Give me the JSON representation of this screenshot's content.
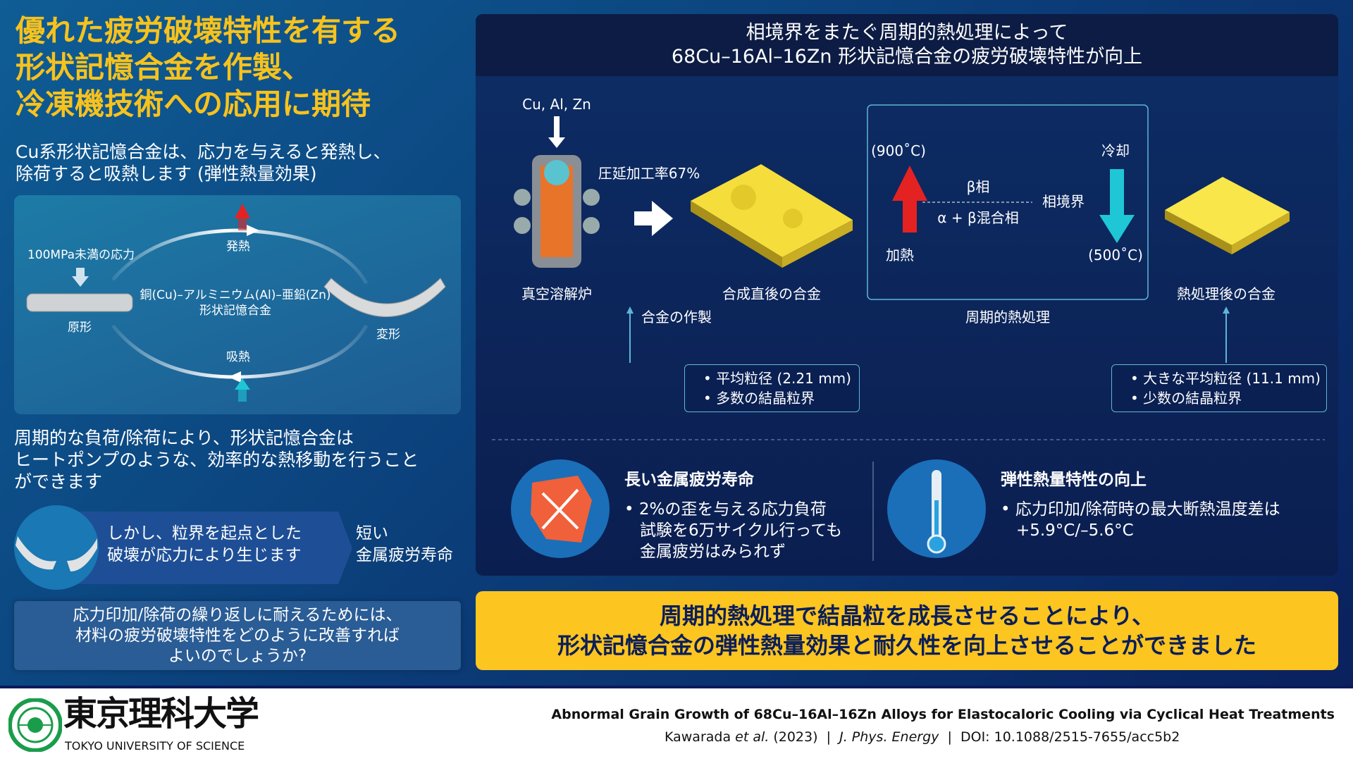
{
  "title": [
    "優れた疲労破壊特性を有する",
    "形状記憶合金を作製、",
    "冷凍機技術への応用に期待"
  ],
  "subtitle": [
    "Cu系形状記憶合金は、応力を与えると発熱し、",
    "除荷すると吸熱します (弾性熱量効果)"
  ],
  "cycle": {
    "stress": "100MPa未満の応力",
    "original": "原形",
    "deformed": "変形",
    "heat_release": "発熱",
    "heat_absorb": "吸熱",
    "alloy_line1": "銅(Cu)–アルミニウム(Al)–亜鉛(Zn)",
    "alloy_line2": "形状記憶合金"
  },
  "paragraph": [
    "周期的な負荷/除荷により、形状記憶合金は",
    "ヒートポンプのような、効率的な熱移動を行うこと",
    "ができます"
  ],
  "banner": {
    "text1": "しかし、粒界を起点とした",
    "text2": "破壊が応力により生じます",
    "result1": "短い",
    "result2": "金属疲労寿命"
  },
  "question": [
    "応力印加/除荷の繰り返しに耐えるためには、",
    "材料の疲労破壊特性をどのように改善すれば",
    "よいのでしょうか?"
  ],
  "right": {
    "header": [
      "相境界をまたぐ周期的熱処理によって",
      "68Cu–16Al–16Zn 形状記憶合金の疲労破壊特性が向上"
    ],
    "elements": "Cu, Al, Zn",
    "furnace": "真空溶解炉",
    "rolling": "圧延加工率67%",
    "as_made": "合成直後の合金",
    "making": "合金の作製",
    "heat_box": {
      "t_high": "(900˚C)",
      "cool": "冷却",
      "beta": "β相",
      "boundary": "相境界",
      "mixed": "α + β混合相",
      "heat": "加熱",
      "t_low": "(500˚C)"
    },
    "cyclic": "周期的熱処理",
    "after": "熱処理後の合金",
    "info1": [
      "平均粒径 (2.21 mm)",
      "多数の結晶粒界"
    ],
    "info2": [
      "大きな平均粒径 (11.1 mm)",
      "少数の結晶粒界"
    ],
    "feature1": {
      "title": "長い金属疲労寿命",
      "lines": [
        "2%の歪を与える応力負荷",
        "試験を6万サイクル行っても",
        "金属疲労はみられず"
      ]
    },
    "feature2": {
      "title": "弾性熱量特性の向上",
      "lines": [
        "応力印加/除荷時の最大断熱温度差は",
        "+5.9°C/–5.6°C"
      ]
    }
  },
  "conclusion": [
    "周期的熱処理で結晶粒を成長させることにより、",
    "形状記憶合金の弾性熱量効果と耐久性を向上させることができました"
  ],
  "footer": {
    "univ_jp": "東京理科大学",
    "univ_en": "TOKYO UNIVERSITY OF SCIENCE",
    "paper_title": "Abnormal Grain Growth of 68Cu–16Al–16Zn Alloys for Elastocaloric Cooling via Cyclical Heat Treatments",
    "authors": "Kawarada",
    "etal": "et al.",
    "year": "(2023)",
    "journal": "J. Phys. Energy",
    "doi": "DOI: 10.1088/2515-7655/acc5b2",
    "sep": "|"
  },
  "colors": {
    "yellow": "#f7c21d",
    "hot": "#e52222",
    "cold": "#1fc6d6",
    "green": "#1a9d4a"
  }
}
